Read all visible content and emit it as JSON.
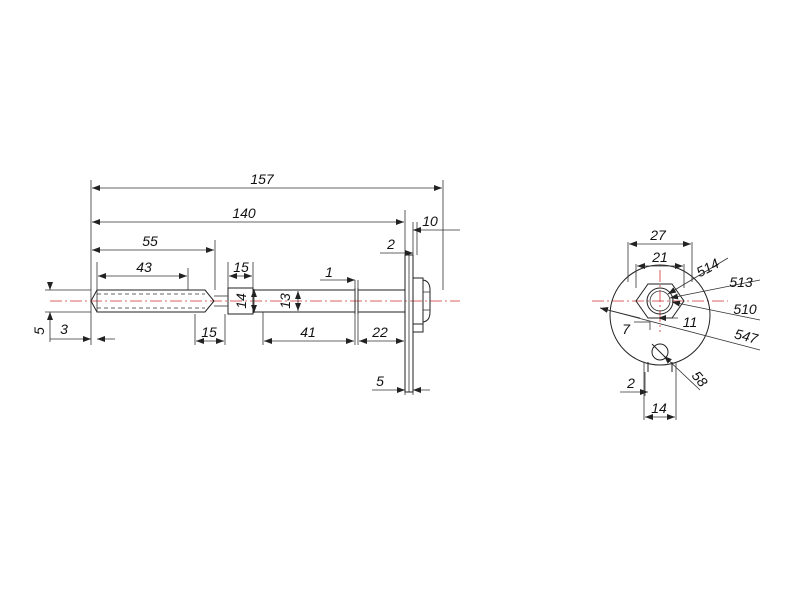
{
  "drawing": {
    "side_view": {
      "dimensions": {
        "overall_length": "157",
        "length_to_flange": "140",
        "flange_thickness": "10",
        "flange_step": "2",
        "splined_section": "55",
        "spline_length": "43",
        "shoulder_width_top": "15",
        "groove_width": "1",
        "diameter_large": "14",
        "diameter_small": "13",
        "chamfer": "3",
        "end_diameter": "5",
        "shoulder_width_bottom": "15",
        "shaft_length": "41",
        "neck_length": "22",
        "plate_thickness": "5"
      }
    },
    "end_view": {
      "dimensions": {
        "outer_width": "27",
        "inner_width": "21",
        "radius_a": "514",
        "radius_b": "513",
        "radius_c": "510",
        "small_offset": "7",
        "hole_size": "11",
        "radius_d": "547",
        "slot_angle": "58",
        "slot_offset": "2",
        "slot_width": "14"
      }
    }
  }
}
